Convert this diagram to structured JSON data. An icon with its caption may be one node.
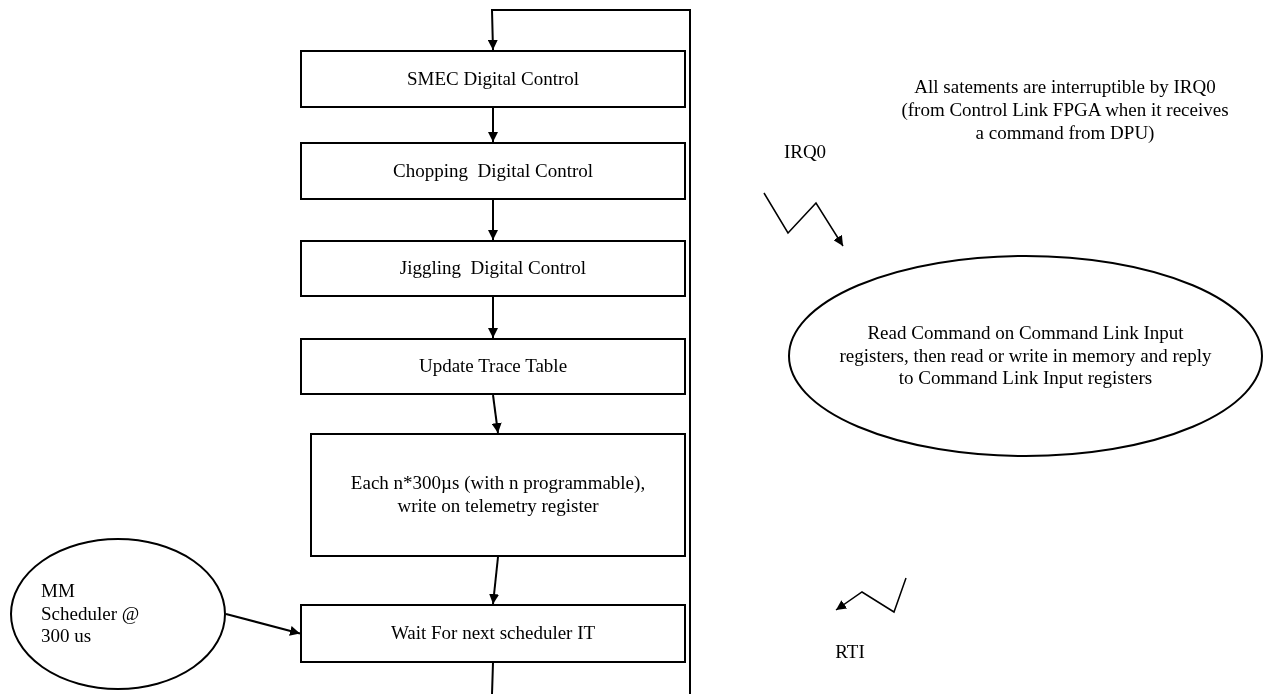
{
  "diagram": {
    "nodes": [
      {
        "text": [
          "SMEC Digital Control"
        ]
      },
      {
        "text": [
          "Chopping  Digital Control"
        ]
      },
      {
        "text": [
          "Jiggling  Digital Control"
        ]
      },
      {
        "text": [
          "Update Trace Table"
        ]
      },
      {
        "text": [
          "Each n*300µs (with n programmable), write on telemetry register"
        ]
      },
      {
        "text": [
          "Wait For next scheduler IT"
        ]
      },
      {
        "text": [
          "MM Scheduler @ 300 us"
        ]
      },
      {
        "text": [
          "Read Command on Command Link Input registers, then read or write in memory and reply to Command Link Input registers"
        ]
      }
    ],
    "edges": [
      {
        "from": 0,
        "to": 1,
        "arrow": "to"
      },
      {
        "from": 1,
        "to": 2,
        "arrow": "to"
      },
      {
        "from": 2,
        "to": 3,
        "arrow": "to"
      },
      {
        "from": 3,
        "to": 4,
        "arrow": "to"
      },
      {
        "from": 4,
        "to": 5,
        "arrow": "to"
      },
      {
        "from": 6,
        "to": 5,
        "arrow": "to"
      },
      {
        "from": 5,
        "to": null,
        "arrow": "none"
      },
      {
        "from": null,
        "to": 0,
        "arrow": "to"
      }
    ],
    "labels": [
      "All satements are interruptible by IRQ0 (from Control Link FPGA when it receives a command from DPU)",
      "IRQ0",
      "RTI"
    ]
  }
}
